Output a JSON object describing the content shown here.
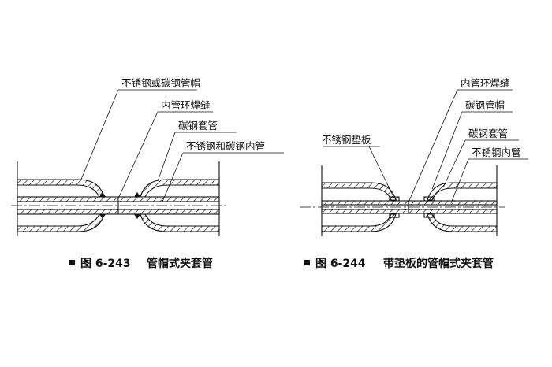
{
  "figure_243": {
    "caption_number": "图 6-243",
    "caption_title": "管帽式夹套管",
    "labels": {
      "stainless_or_carbon_cap": "不锈钢或碳钢管帽",
      "inner_pipe_weld": "内管环焊缝",
      "carbon_steel_jacket": "碳钢套管",
      "stainless_and_carbon_inner": "不锈钢和碳钢内管"
    }
  },
  "figure_244": {
    "caption_number": "图 6-244",
    "caption_title": "带垫板的管帽式夹套管",
    "labels": {
      "inner_pipe_weld": "内管环焊缝",
      "carbon_steel_cap": "碳钢管帽",
      "stainless_backing_plate": "不锈钢垫板",
      "carbon_steel_jacket": "碳钢套管",
      "stainless_inner_pipe": "不锈钢内管"
    }
  },
  "colors": {
    "line": "#111111",
    "background": "#ffffff"
  }
}
